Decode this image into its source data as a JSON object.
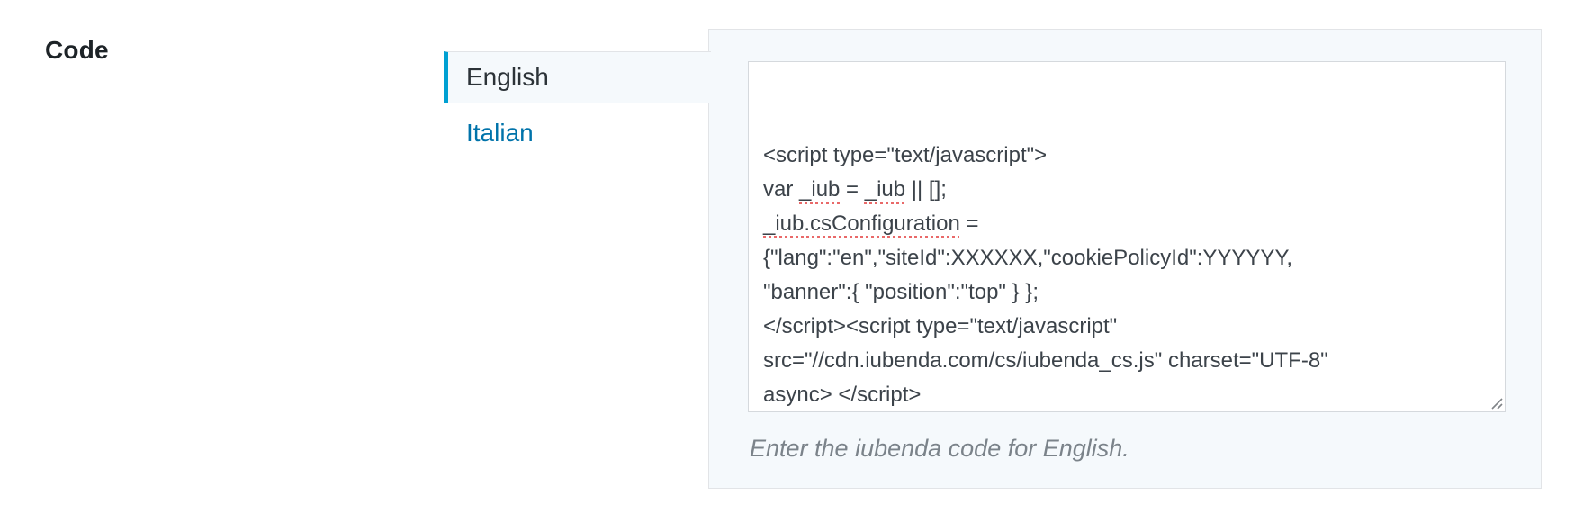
{
  "field": {
    "label": "Code"
  },
  "tabs": {
    "items": [
      {
        "label": "English",
        "active": true
      },
      {
        "label": "Italian",
        "active": false
      }
    ]
  },
  "editor": {
    "lines": [
      {
        "segments": [
          {
            "text": "<script type=\"text/javascript\">"
          }
        ]
      },
      {
        "segments": [
          {
            "text": "var "
          },
          {
            "text": "_iub",
            "misspelled": true
          },
          {
            "text": " = "
          },
          {
            "text": "_iub",
            "misspelled": true
          },
          {
            "text": " || [];"
          }
        ]
      },
      {
        "segments": [
          {
            "text": "_iub.csConfiguration",
            "misspelled": true
          },
          {
            "text": " ="
          }
        ]
      },
      {
        "segments": [
          {
            "text": "{\"lang\":\"en\",\"siteId\":XXXXXX,\"cookiePolicyId\":YYYYYY,"
          }
        ]
      },
      {
        "segments": [
          {
            "text": "\"banner\":{ \"position\":\"top\" } };"
          }
        ]
      },
      {
        "segments": [
          {
            "text": "</script><script type=\"text/javascript\""
          }
        ]
      },
      {
        "segments": [
          {
            "text": "src=\"//cdn.iubenda.com/cs/iubenda_cs.js\" charset=\"UTF-8\""
          }
        ]
      },
      {
        "segments": [
          {
            "text": "async> </script>"
          }
        ]
      }
    ]
  },
  "helper": {
    "text": "Enter the iubenda code for English."
  },
  "colors": {
    "accent_active_tab": "#00a0d2",
    "link_blue": "#0073aa",
    "panel_background": "#f5f9fc",
    "panel_border": "#e2e4e7",
    "textarea_border": "#d5d9dd",
    "code_text": "#3c434a",
    "spellcheck_red": "#e54f4f",
    "helper_gray": "#7b838a",
    "label_dark": "#1d2327"
  }
}
